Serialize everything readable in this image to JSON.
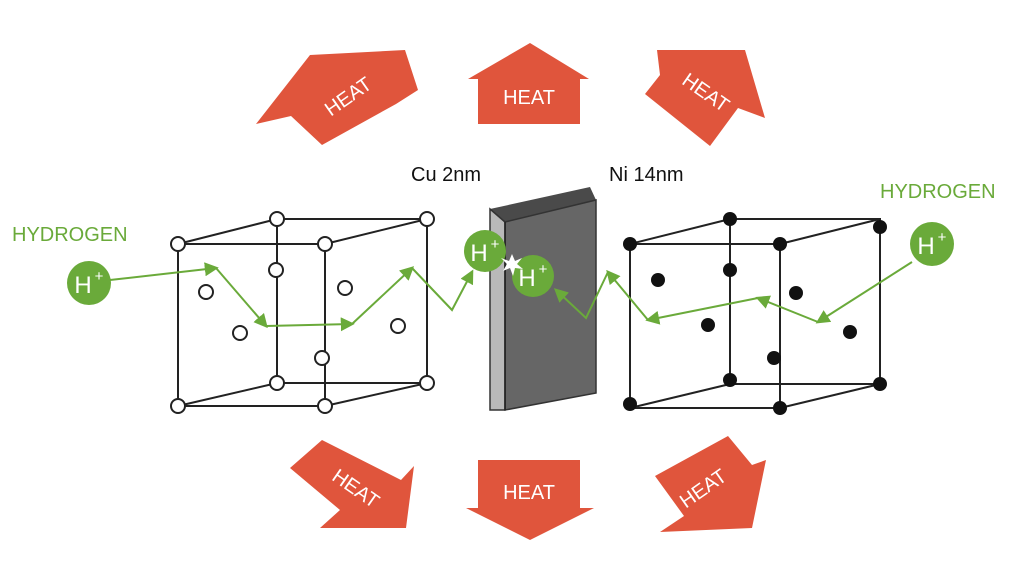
{
  "heat": {
    "label": "HEAT",
    "color": "#e0553c",
    "text_color": "#ffffff"
  },
  "hydrogen": {
    "label_left": "HYDROGEN",
    "label_right": "HYDROGEN",
    "ion": "H",
    "ion_charge": "+",
    "color": "#6aaa3a"
  },
  "layers": {
    "cu_label": "Cu 2nm",
    "ni_label": "Ni 14nm",
    "cu_color": "#b9b9b9",
    "ni_color": "#666666"
  },
  "lattice": {
    "left_atom_style": "open-circle",
    "right_atom_style": "filled-circle",
    "line_color": "#222222"
  }
}
